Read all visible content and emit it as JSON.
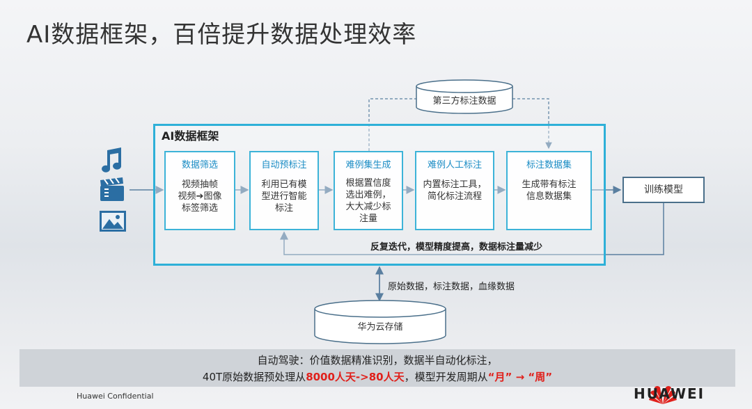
{
  "title": "AI数据框架，百倍提升数据处理效率",
  "framework_label": "AI数据框架",
  "steps": [
    {
      "header": "数据筛选",
      "body": "视频抽帧\n视频➔图像\n标签筛选"
    },
    {
      "header": "自动预标注",
      "body": "利用已有模\n型进行智能\n标注"
    },
    {
      "header": "难例集生成",
      "body": "根据置信度\n选出难例，\n大大减少标\n注量"
    },
    {
      "header": "难例人工标注",
      "body": "内置标注工具，\n简化标注流程"
    },
    {
      "header": "标注数据集",
      "body": "生成带有标注\n信息数据集"
    }
  ],
  "third_party": "第三方标注数据",
  "train_model": "训练模型",
  "feedback": "反复迭代，模型精度提高，数据标注量减少",
  "storage_link": "原始数据，标注数据，血缘数据",
  "cloud_storage": "华为云存储",
  "banner": {
    "line1": "自动驾驶：价值数据精准识别，数据半自动化标注，",
    "line2_pre": "40T原始数据预处理从",
    "line2_red1": "8000人天->80人天",
    "line2_mid": "，模型开发周期从",
    "line2_red2": "“月”",
    "line2_arrow": " → ",
    "line2_red3": "“周”"
  },
  "footer": "Huawei Confidential",
  "brand": "HUAWEI",
  "colors": {
    "accent": "#2eb0d8",
    "highlight": "#e0201b"
  },
  "icons": [
    "music-note-icon",
    "video-clapper-icon",
    "image-icon"
  ]
}
